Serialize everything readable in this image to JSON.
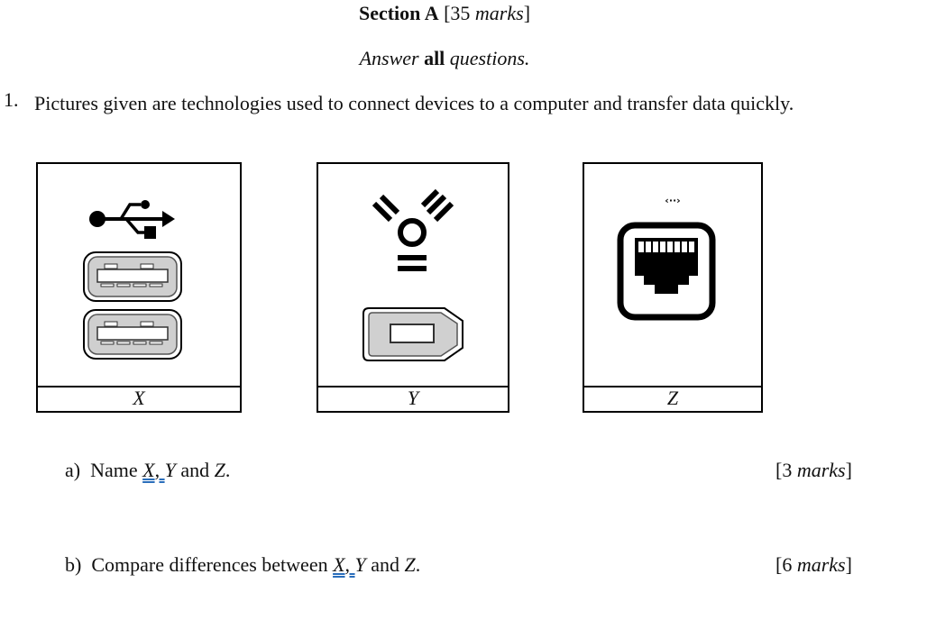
{
  "section": {
    "title_bold": "Section A",
    "marks_open": " [35 ",
    "marks_italic": "marks",
    "marks_close": "]"
  },
  "instruction": {
    "pre": "Answer ",
    "bold": "all",
    "post": " questions."
  },
  "question1": {
    "number": "1.",
    "text": "Pictures given are technologies used to connect devices to a computer and transfer data quickly."
  },
  "panels": [
    {
      "label": "X",
      "icon": "usb-icon"
    },
    {
      "label": "Y",
      "icon": "firewire-icon"
    },
    {
      "label": "Z",
      "icon": "ethernet-icon",
      "caption": "‹··›"
    }
  ],
  "part_a": {
    "letter": "a)",
    "pre": "Name ",
    "x": "X",
    "sep": ", ",
    "y": "Y",
    "and": " and ",
    "z": "Z",
    "end": ".",
    "marks_open": "[3 ",
    "marks_word": "marks",
    "marks_close": "]"
  },
  "part_b": {
    "letter": "b)",
    "pre": "Compare differences between ",
    "x": "X",
    "sep": ", ",
    "y": "Y",
    "and": " and ",
    "z": "Z",
    "end": ".",
    "marks_open": "[6 ",
    "marks_word": "marks",
    "marks_close": "]"
  }
}
